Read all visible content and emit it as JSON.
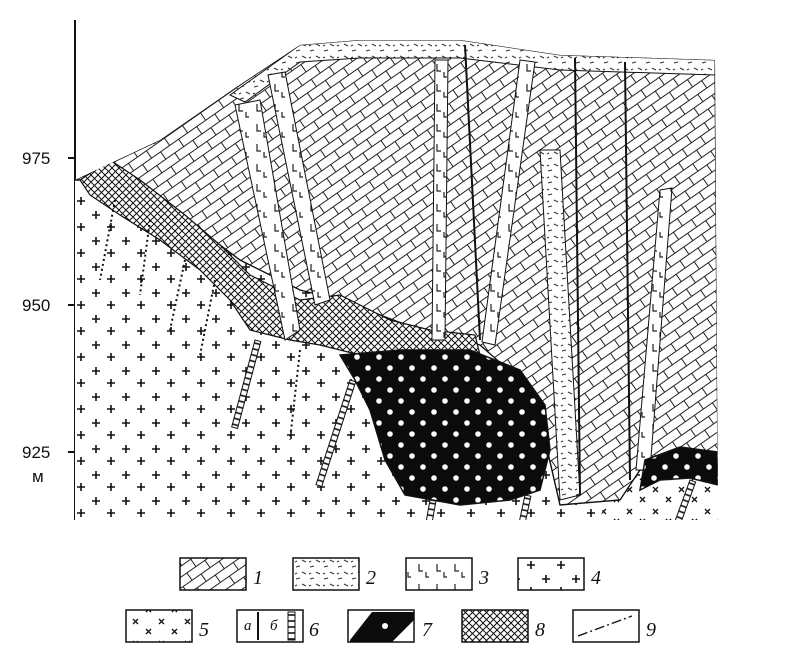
{
  "axis": {
    "ticks": [
      "975",
      "950",
      "925"
    ],
    "unit": "м"
  },
  "legend": {
    "items": [
      {
        "num": "1",
        "pattern": "brick-limestone"
      },
      {
        "num": "2",
        "pattern": "dash-sandstone"
      },
      {
        "num": "3",
        "pattern": "L-volcanic"
      },
      {
        "num": "4",
        "pattern": "plus-granite"
      },
      {
        "num": "5",
        "pattern": "cross-diorite"
      },
      {
        "num": "6",
        "pattern": "dike-ladder",
        "sub_a": "а",
        "sub_b": "б"
      },
      {
        "num": "7",
        "pattern": "ore-body-dots"
      },
      {
        "num": "8",
        "pattern": "crosshatch-skarn"
      },
      {
        "num": "9",
        "pattern": "dash-dot-fault"
      }
    ]
  }
}
